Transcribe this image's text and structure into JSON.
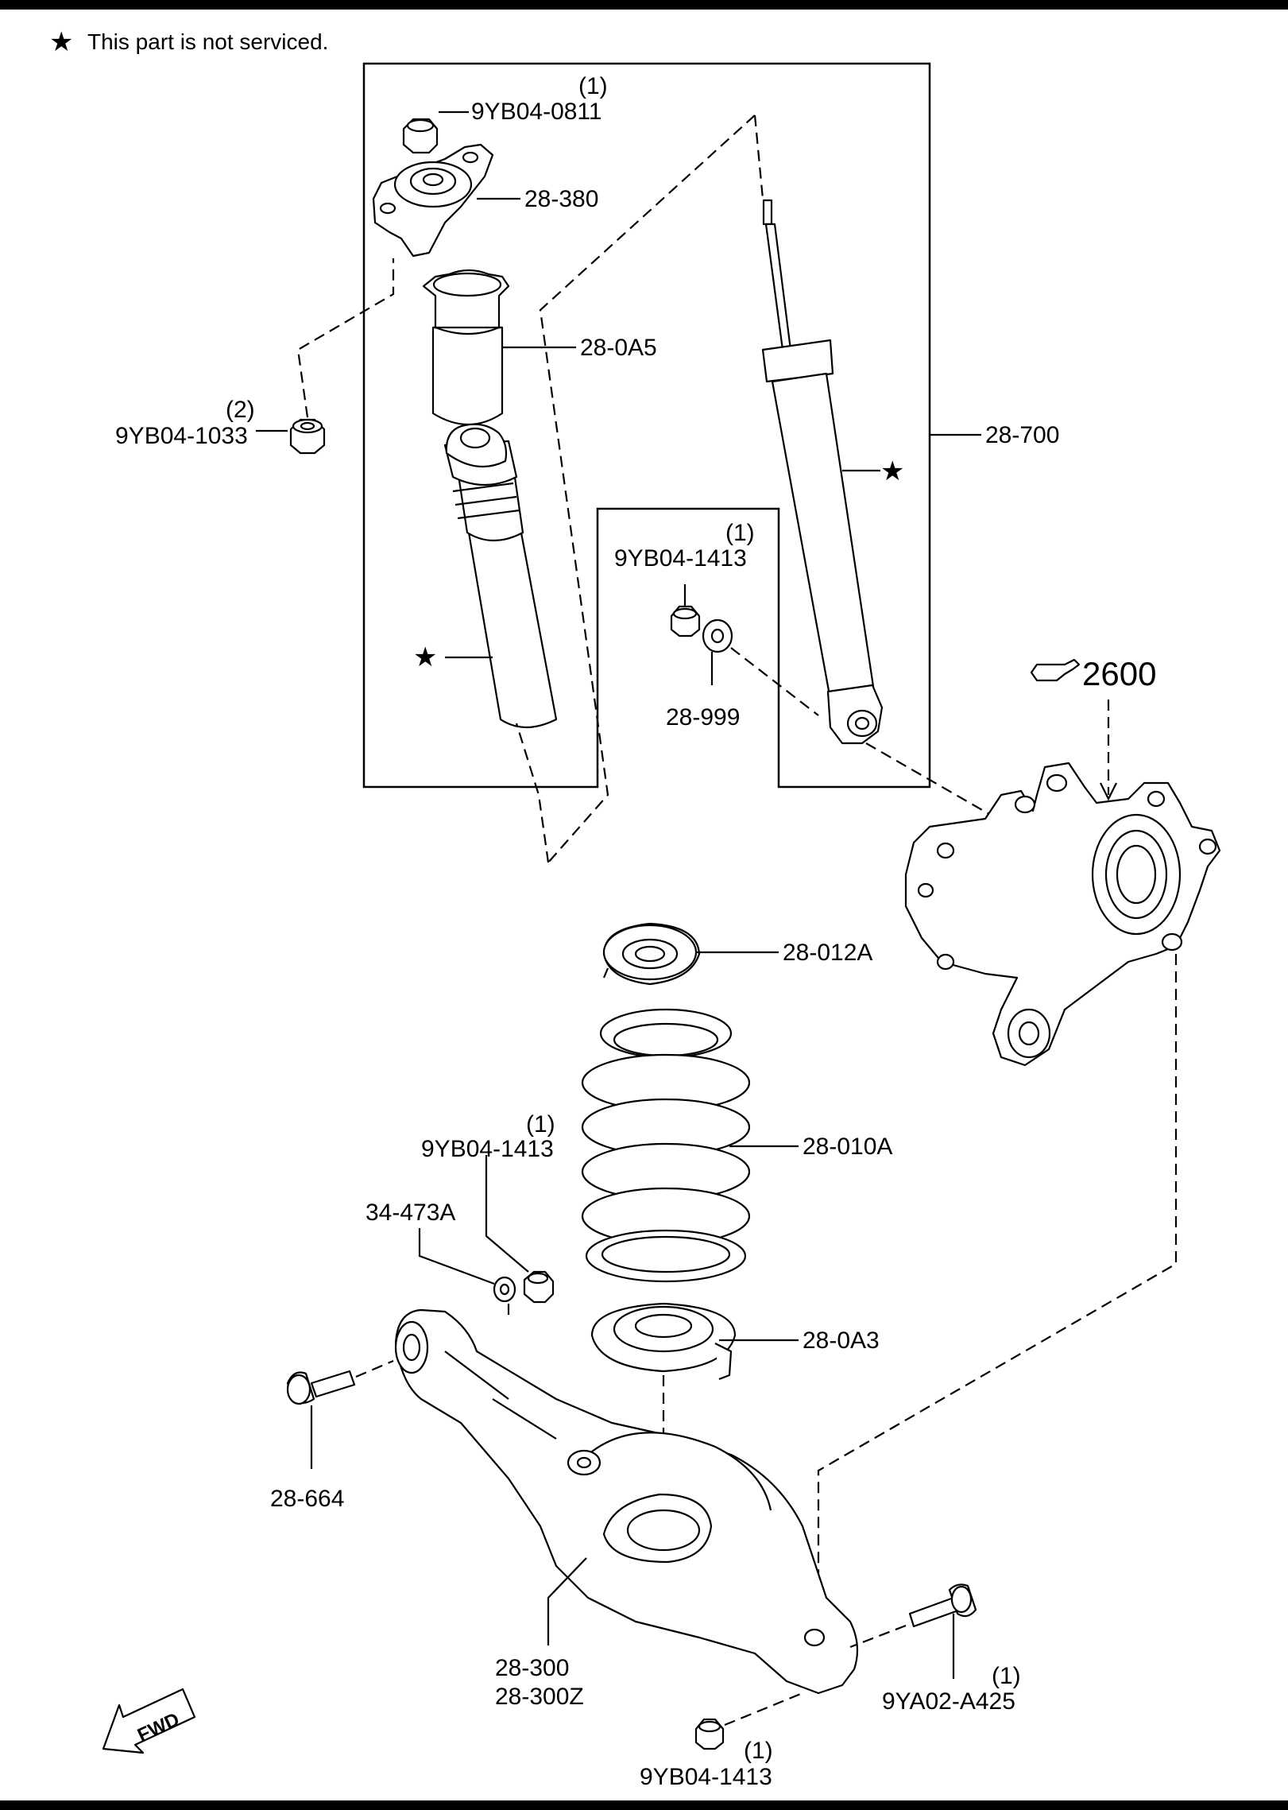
{
  "legend": {
    "symbol": "★",
    "text": "This part is not serviced."
  },
  "reference": {
    "icon": "pointing-hand-icon",
    "number": "2600"
  },
  "direction": "FWD",
  "callouts": {
    "nut_top": {
      "part": "9YB04-0811",
      "qty": "(1)"
    },
    "upper_mount": {
      "part": "28-380"
    },
    "dust_cover": {
      "part": "28-0A5"
    },
    "nut_side": {
      "part": "9YB04-1033",
      "qty": "(2)"
    },
    "shock_absorber": {
      "part": "28-700"
    },
    "nut_shock_lower": {
      "part": "9YB04-1413",
      "qty": "(1)"
    },
    "washer": {
      "part": "28-999"
    },
    "upper_seat": {
      "part": "28-012A"
    },
    "coil_spring": {
      "part": "28-010A"
    },
    "nut_link": {
      "part": "9YB04-1413",
      "qty": "(1)"
    },
    "link_washer": {
      "part": "34-473A"
    },
    "lower_seat": {
      "part": "28-0A3"
    },
    "bolt_front": {
      "part": "28-664"
    },
    "lower_arm": {
      "part": "28-300",
      "part_alt": "28-300Z"
    },
    "bolt_rear": {
      "part": "9YA02-A425",
      "qty": "(1)"
    },
    "nut_bottom": {
      "part": "9YB04-1413",
      "qty": "(1)"
    }
  }
}
